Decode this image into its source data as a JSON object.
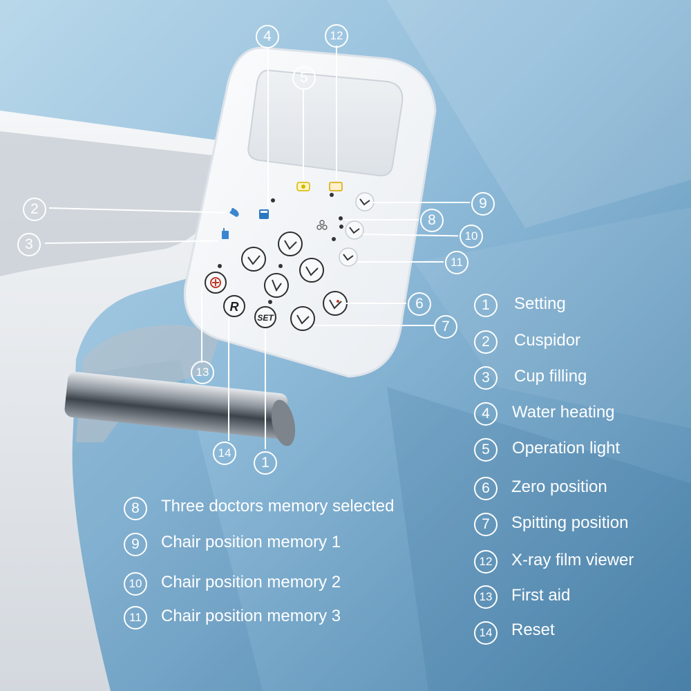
{
  "colors": {
    "background_light": "#a9cde4",
    "background_dark": "#4f86ad",
    "panel": "#f3f5f8",
    "panel_border": "#dde3ea",
    "leader_line": "#ffffff",
    "label_text": "#ffffff",
    "first_aid_icon": "#c0392b",
    "heating_icon": "#2a78c2",
    "light_icon": "#d8b400",
    "viewer_icon": "#d6a300"
  },
  "callouts": {
    "c1": "1",
    "c2": "2",
    "c3": "3",
    "c4": "4",
    "c5": "5",
    "c6": "6",
    "c7": "7",
    "c8": "8",
    "c9": "9",
    "c10": "10",
    "c11": "11",
    "c12": "12",
    "c13": "13",
    "c14": "14"
  },
  "panel_keys": {
    "set": "SET",
    "reset": "R"
  },
  "legend_right": [
    {
      "num": "1",
      "label": "Setting"
    },
    {
      "num": "2",
      "label": "Cuspidor"
    },
    {
      "num": "3",
      "label": "Cup filling"
    },
    {
      "num": "4",
      "label": "Water heating"
    },
    {
      "num": "5",
      "label": "Operation light"
    },
    {
      "num": "6",
      "label": "Zero position"
    },
    {
      "num": "7",
      "label": "Spitting position"
    },
    {
      "num": "12",
      "label": "X-ray film viewer"
    },
    {
      "num": "13",
      "label": "First aid"
    },
    {
      "num": "14",
      "label": "Reset"
    }
  ],
  "legend_left": [
    {
      "num": "8",
      "label": "Three doctors memory selected"
    },
    {
      "num": "9",
      "label": "Chair position memory 1"
    },
    {
      "num": "10",
      "label": "Chair position memory 2"
    },
    {
      "num": "11",
      "label": "Chair position memory 3"
    }
  ]
}
